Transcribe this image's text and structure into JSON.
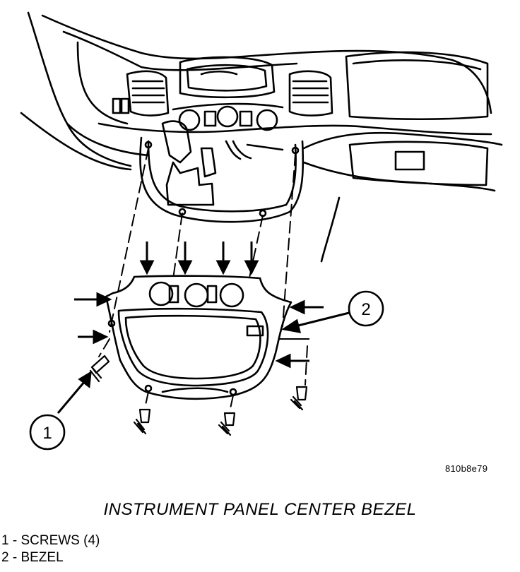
{
  "figure": {
    "code": "810b8e79",
    "title": "INSTRUMENT PANEL CENTER BEZEL"
  },
  "callouts": [
    {
      "number": "1"
    },
    {
      "number": "2"
    }
  ],
  "legend": [
    {
      "text": "1 - SCREWS (4)"
    },
    {
      "text": "2 - BEZEL"
    }
  ]
}
